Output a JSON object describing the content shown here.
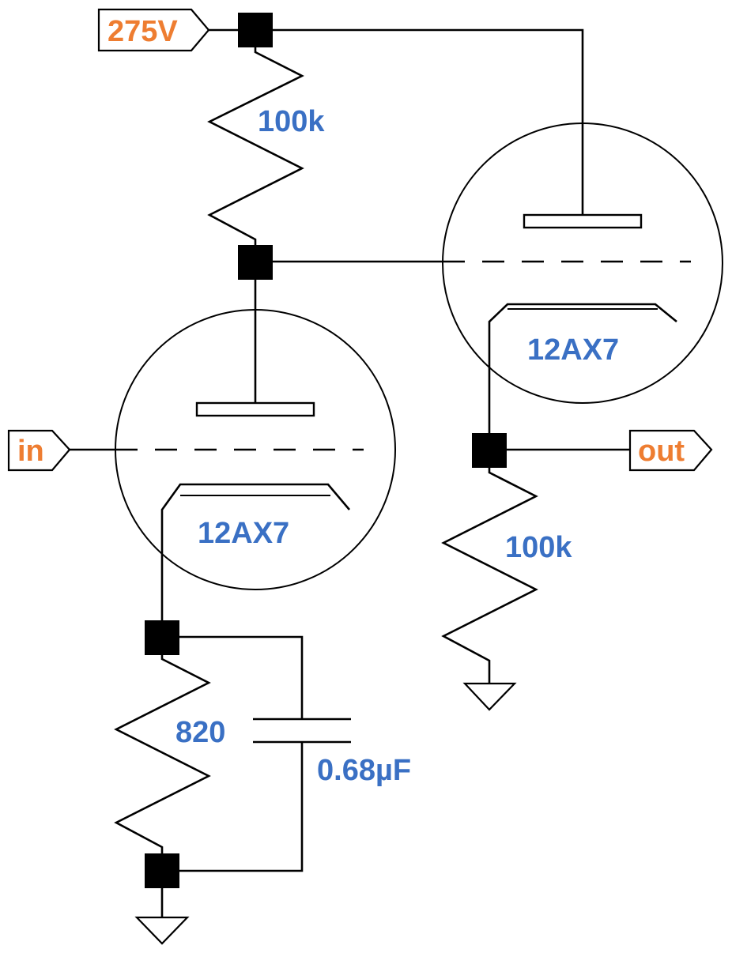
{
  "ports": {
    "supply": "275V",
    "input": "in",
    "output": "out"
  },
  "components": {
    "plate_resistor": "100k",
    "cathode_resistor": "820",
    "bypass_capacitor": "0.68µF",
    "follower_load": "100k",
    "tube_v1": "12AX7",
    "tube_v2": "12AX7"
  },
  "colors": {
    "value_labels": "#3a70c4",
    "port_labels": "#ee7d31",
    "wires": "#000000"
  }
}
